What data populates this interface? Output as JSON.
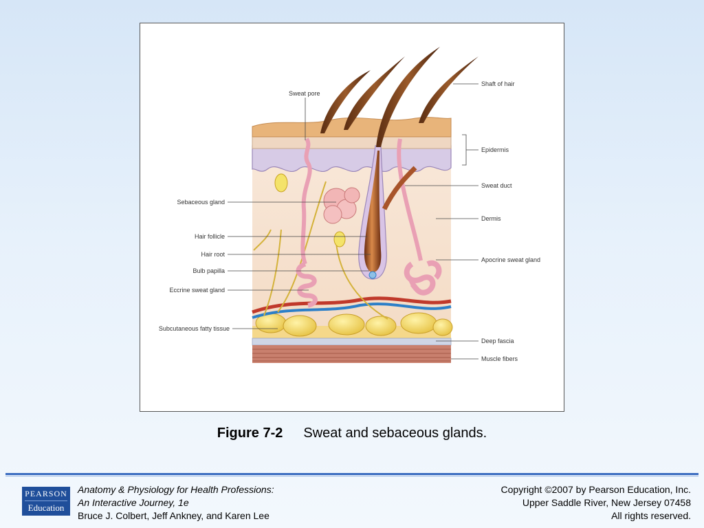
{
  "diagram": {
    "labels": {
      "sweat_pore": "Sweat pore",
      "shaft_of_hair": "Shaft of hair",
      "epidermis": "Epidermis",
      "sweat_duct": "Sweat duct",
      "sebaceous_gland": "Sebaceous gland",
      "dermis": "Dermis",
      "hair_follicle": "Hair follicle",
      "hair_root": "Hair root",
      "apocrine_sweat_gland": "Apocrine sweat gland",
      "bulb_papilla": "Bulb papilla",
      "eccrine_sweat_gland": "Eccrine sweat gland",
      "subcutaneous_fatty_tissue": "Subcutaneous fatty tissue",
      "deep_fascia": "Deep fascia",
      "muscle_fibers": "Muscle fibers"
    }
  },
  "caption": {
    "number": "Figure 7-2",
    "text": "Sweat and sebaceous glands."
  },
  "footer": {
    "logo_top": "PEARSON",
    "logo_bottom": "Education",
    "book_title": "Anatomy & Physiology for Health Professions:",
    "book_subtitle": "An Interactive Journey, 1e",
    "authors": "Bruce J. Colbert, Jeff Ankney, and Karen Lee",
    "copyright": "Copyright ©2007 by Pearson Education, Inc.",
    "address": "Upper Saddle River, New Jersey 07458",
    "rights": "All rights reserved."
  },
  "colors": {
    "accent_blue": "#3b6cc0",
    "logo_blue": "#1f4e9a"
  }
}
